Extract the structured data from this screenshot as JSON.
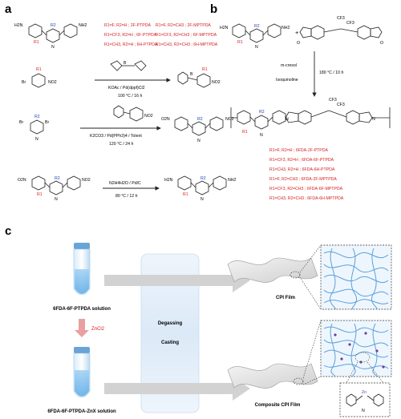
{
  "panels": {
    "a": "a",
    "b": "b",
    "c": "c"
  },
  "panel_a": {
    "legend_rows": [
      {
        "left": "R1=F, R2=H ; 2F-PTPDA",
        "right": "R1=F, R2=CH3 ; 2F-MPTPDA"
      },
      {
        "left": "R1=CF3, R2=H ; 6F-PTPDA",
        "right": "R1=CF3, R2=CH3 ; 6F-MPTPDA"
      },
      {
        "left": "R1=CH3, R2=H ; 6H-PTPDA",
        "right": "R1=CH3, R2=CH3 ; 6H-MPTPDA"
      }
    ],
    "steps": [
      {
        "top": "",
        "reagent": "KOAc / Pd(dppf)Cl2",
        "cond": "100 °C / 16 h"
      },
      {
        "top": "",
        "reagent": "K2CO3 / Pd(PPh3)4 / Tolent",
        "cond": "120 °C / 24 h"
      },
      {
        "top": "N2H4H2O / Pd/C",
        "reagent": "",
        "cond": "80 °C / 12 h"
      }
    ],
    "groups": {
      "nh2": "NH2",
      "no2": "NO2",
      "o2n": "O2N",
      "h2n": "H2N",
      "br": "Br",
      "n": "N",
      "b": "B",
      "o": "O",
      "r1": "R1",
      "r2": "R2"
    }
  },
  "panel_b": {
    "plus": "+",
    "solvent": "m-cresol",
    "catalyst": "Isoquinoline",
    "cond": "180 °C / 10 h",
    "cf3": "CF3",
    "polymer_list": [
      "R1=F, R2=H ; 6FDA-2F-PTPDA",
      "R1=CF3, R2=H ; 6FDA-6F-PTPDA",
      "R1=CH3, R2=H ; 6FDA-6H-PTPDA",
      "R1=F, R2=CH3 ; 6FDA-2F-MPTPDA",
      "R1=CF3, R2=CH3 ; 6FDA-6F-MPTPDA",
      "R1=CH3, R2=CH3 ; 6FDA-6H-MPTPDA"
    ]
  },
  "panel_c": {
    "solution_top": "6FDA-6F-PTPDA solution",
    "reagent": "ZnCl2",
    "solution_bottom": "6FDA-6F-PTPDA-ZnX solution",
    "process_1": "Degassing",
    "process_2": "Casting",
    "film_top": "CPI Film",
    "film_bottom": "Composite CPI Film",
    "zn": "Zn"
  },
  "colors": {
    "red": "#d62020",
    "blue": "#1f3fb5",
    "accent_tube": "#5aa9e6",
    "process_box": "#e3eef9",
    "arrow_grey": "#c8c8c8",
    "zn_purple": "#6b3fa0"
  }
}
